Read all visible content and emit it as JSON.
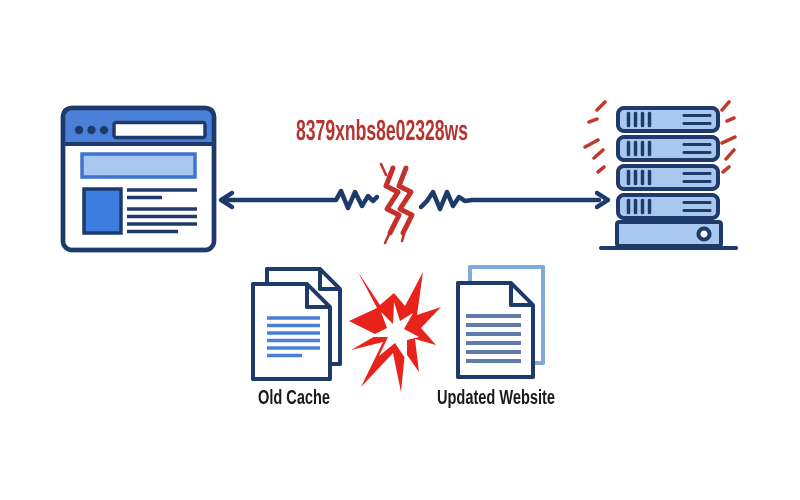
{
  "error_code": "8379xnbs8e02328ws",
  "labels": {
    "old_cache": "Old Cache",
    "updated_website": "Updated Website"
  },
  "icons": [
    "browser-window-icon",
    "server-rack-icon",
    "connection-arrow-icon",
    "broken-connection-bolt-icon",
    "alert-sparks-icon",
    "document-stack-icon",
    "collision-burst-icon"
  ],
  "colors": {
    "outline_navy": "#1e3a6b",
    "mid_blue": "#4a80d8",
    "light_blue": "#a9c8f0",
    "accent_blue": "#3d7de0",
    "banner_border_blue": "#3e74cf",
    "pale_doc_border": "#7fa8dc",
    "doc_line_blue": "#4a80d8",
    "doc_line_muted": "#5f7cab",
    "error_red": "#b5342f",
    "bolt_red": "#c5302a",
    "alert_red": "#c0392b",
    "burst_red": "#e8231c",
    "label_dark": "#1a1a1a",
    "background": "#ffffff"
  }
}
